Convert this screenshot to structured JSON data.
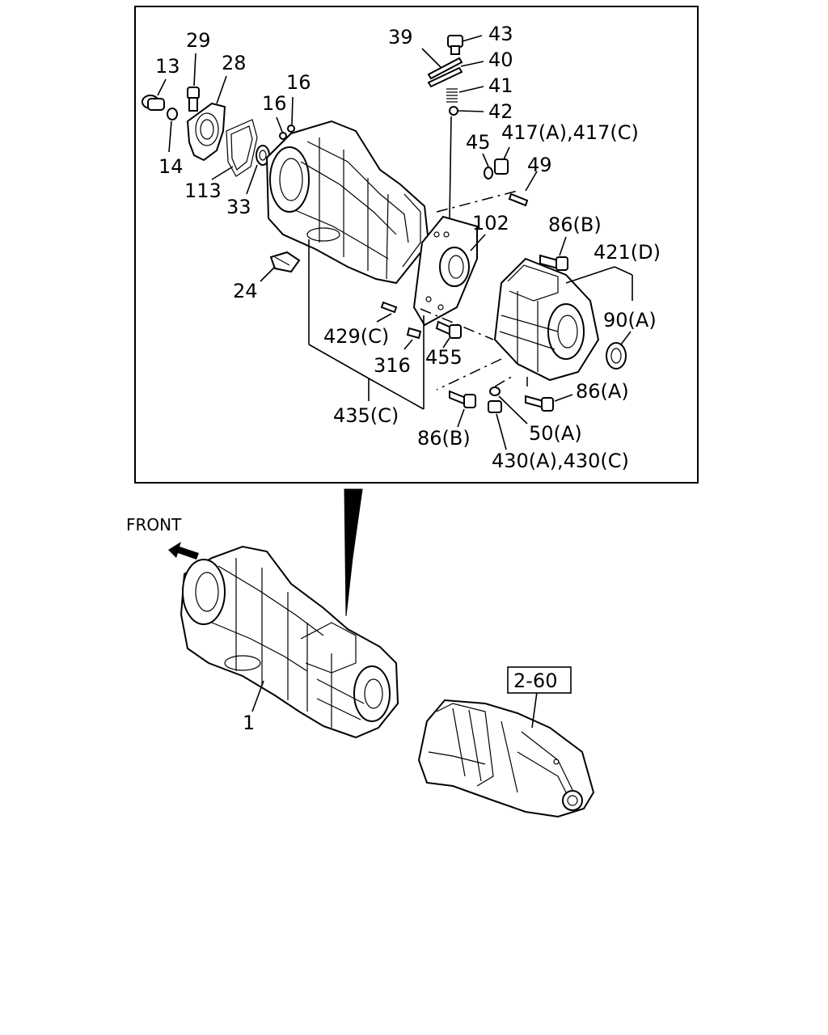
{
  "callouts": {
    "c13": "13",
    "c29": "29",
    "c28": "28",
    "c16a": "16",
    "c16b": "16",
    "c14": "14",
    "c113": "113",
    "c33": "33",
    "c24": "24",
    "c39": "39",
    "c43": "43",
    "c40": "40",
    "c41": "41",
    "c42": "42",
    "c45": "45",
    "c417": "417(A),417(C)",
    "c49": "49",
    "c102": "102",
    "c86b_top": "86(B)",
    "c421": "421(D)",
    "c90": "90(A)",
    "c429": "429(C)",
    "c316": "316",
    "c455": "455",
    "c435": "435(C)",
    "c86a": "86(A)",
    "c50": "50(A)",
    "c86b_bot": "86(B)",
    "c430": "430(A),430(C)",
    "c1": "1"
  },
  "front_label": "FRONT",
  "reference_box": "2-60"
}
